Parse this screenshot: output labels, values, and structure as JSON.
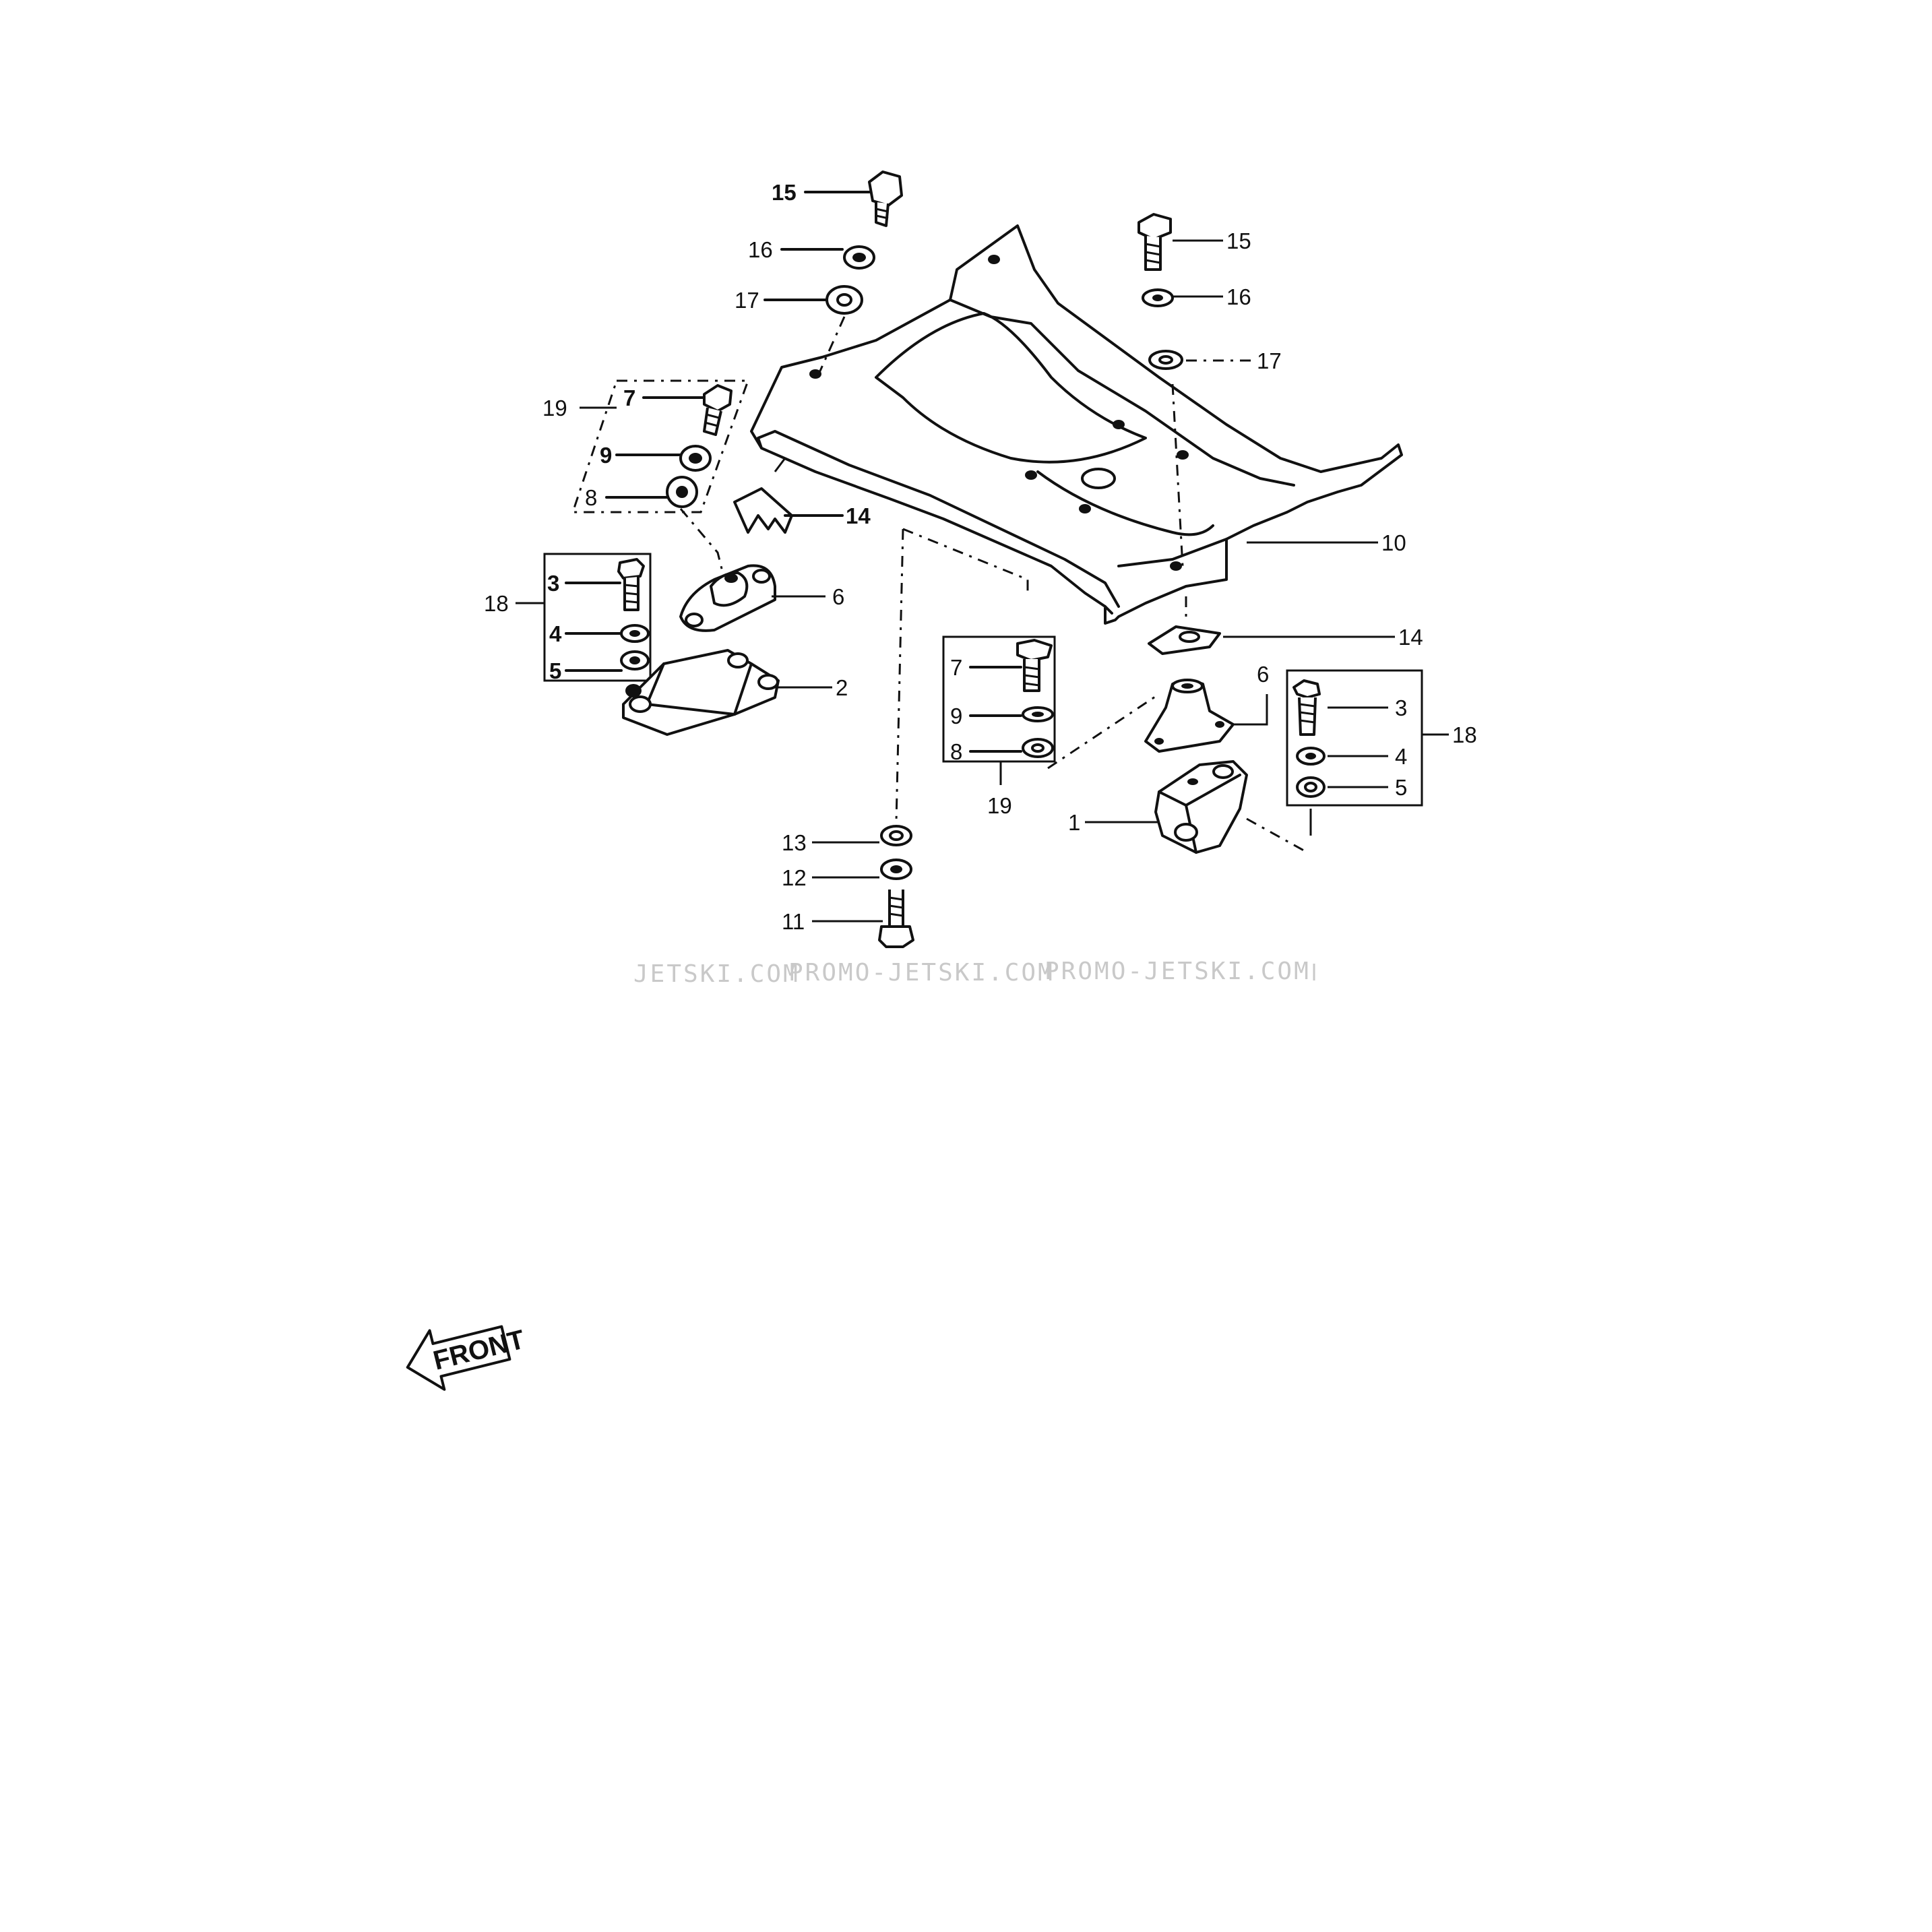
{
  "diagram": {
    "callouts": {
      "c1": "1",
      "c2": "2",
      "c3": "3",
      "c4": "4",
      "c5": "5",
      "c6": "6",
      "c7": "7",
      "c8": "8",
      "c9": "9",
      "c10": "10",
      "c11": "11",
      "c12": "12",
      "c13": "13",
      "c14": "14",
      "c15": "15",
      "c16": "16",
      "c17": "17",
      "c18": "18",
      "c19": "19"
    },
    "front_label": "FRONT",
    "watermark": [
      "JETSKI.COM",
      "PROMO-JETSKI.COM",
      "PROMO-JETSKI.COM"
    ]
  }
}
